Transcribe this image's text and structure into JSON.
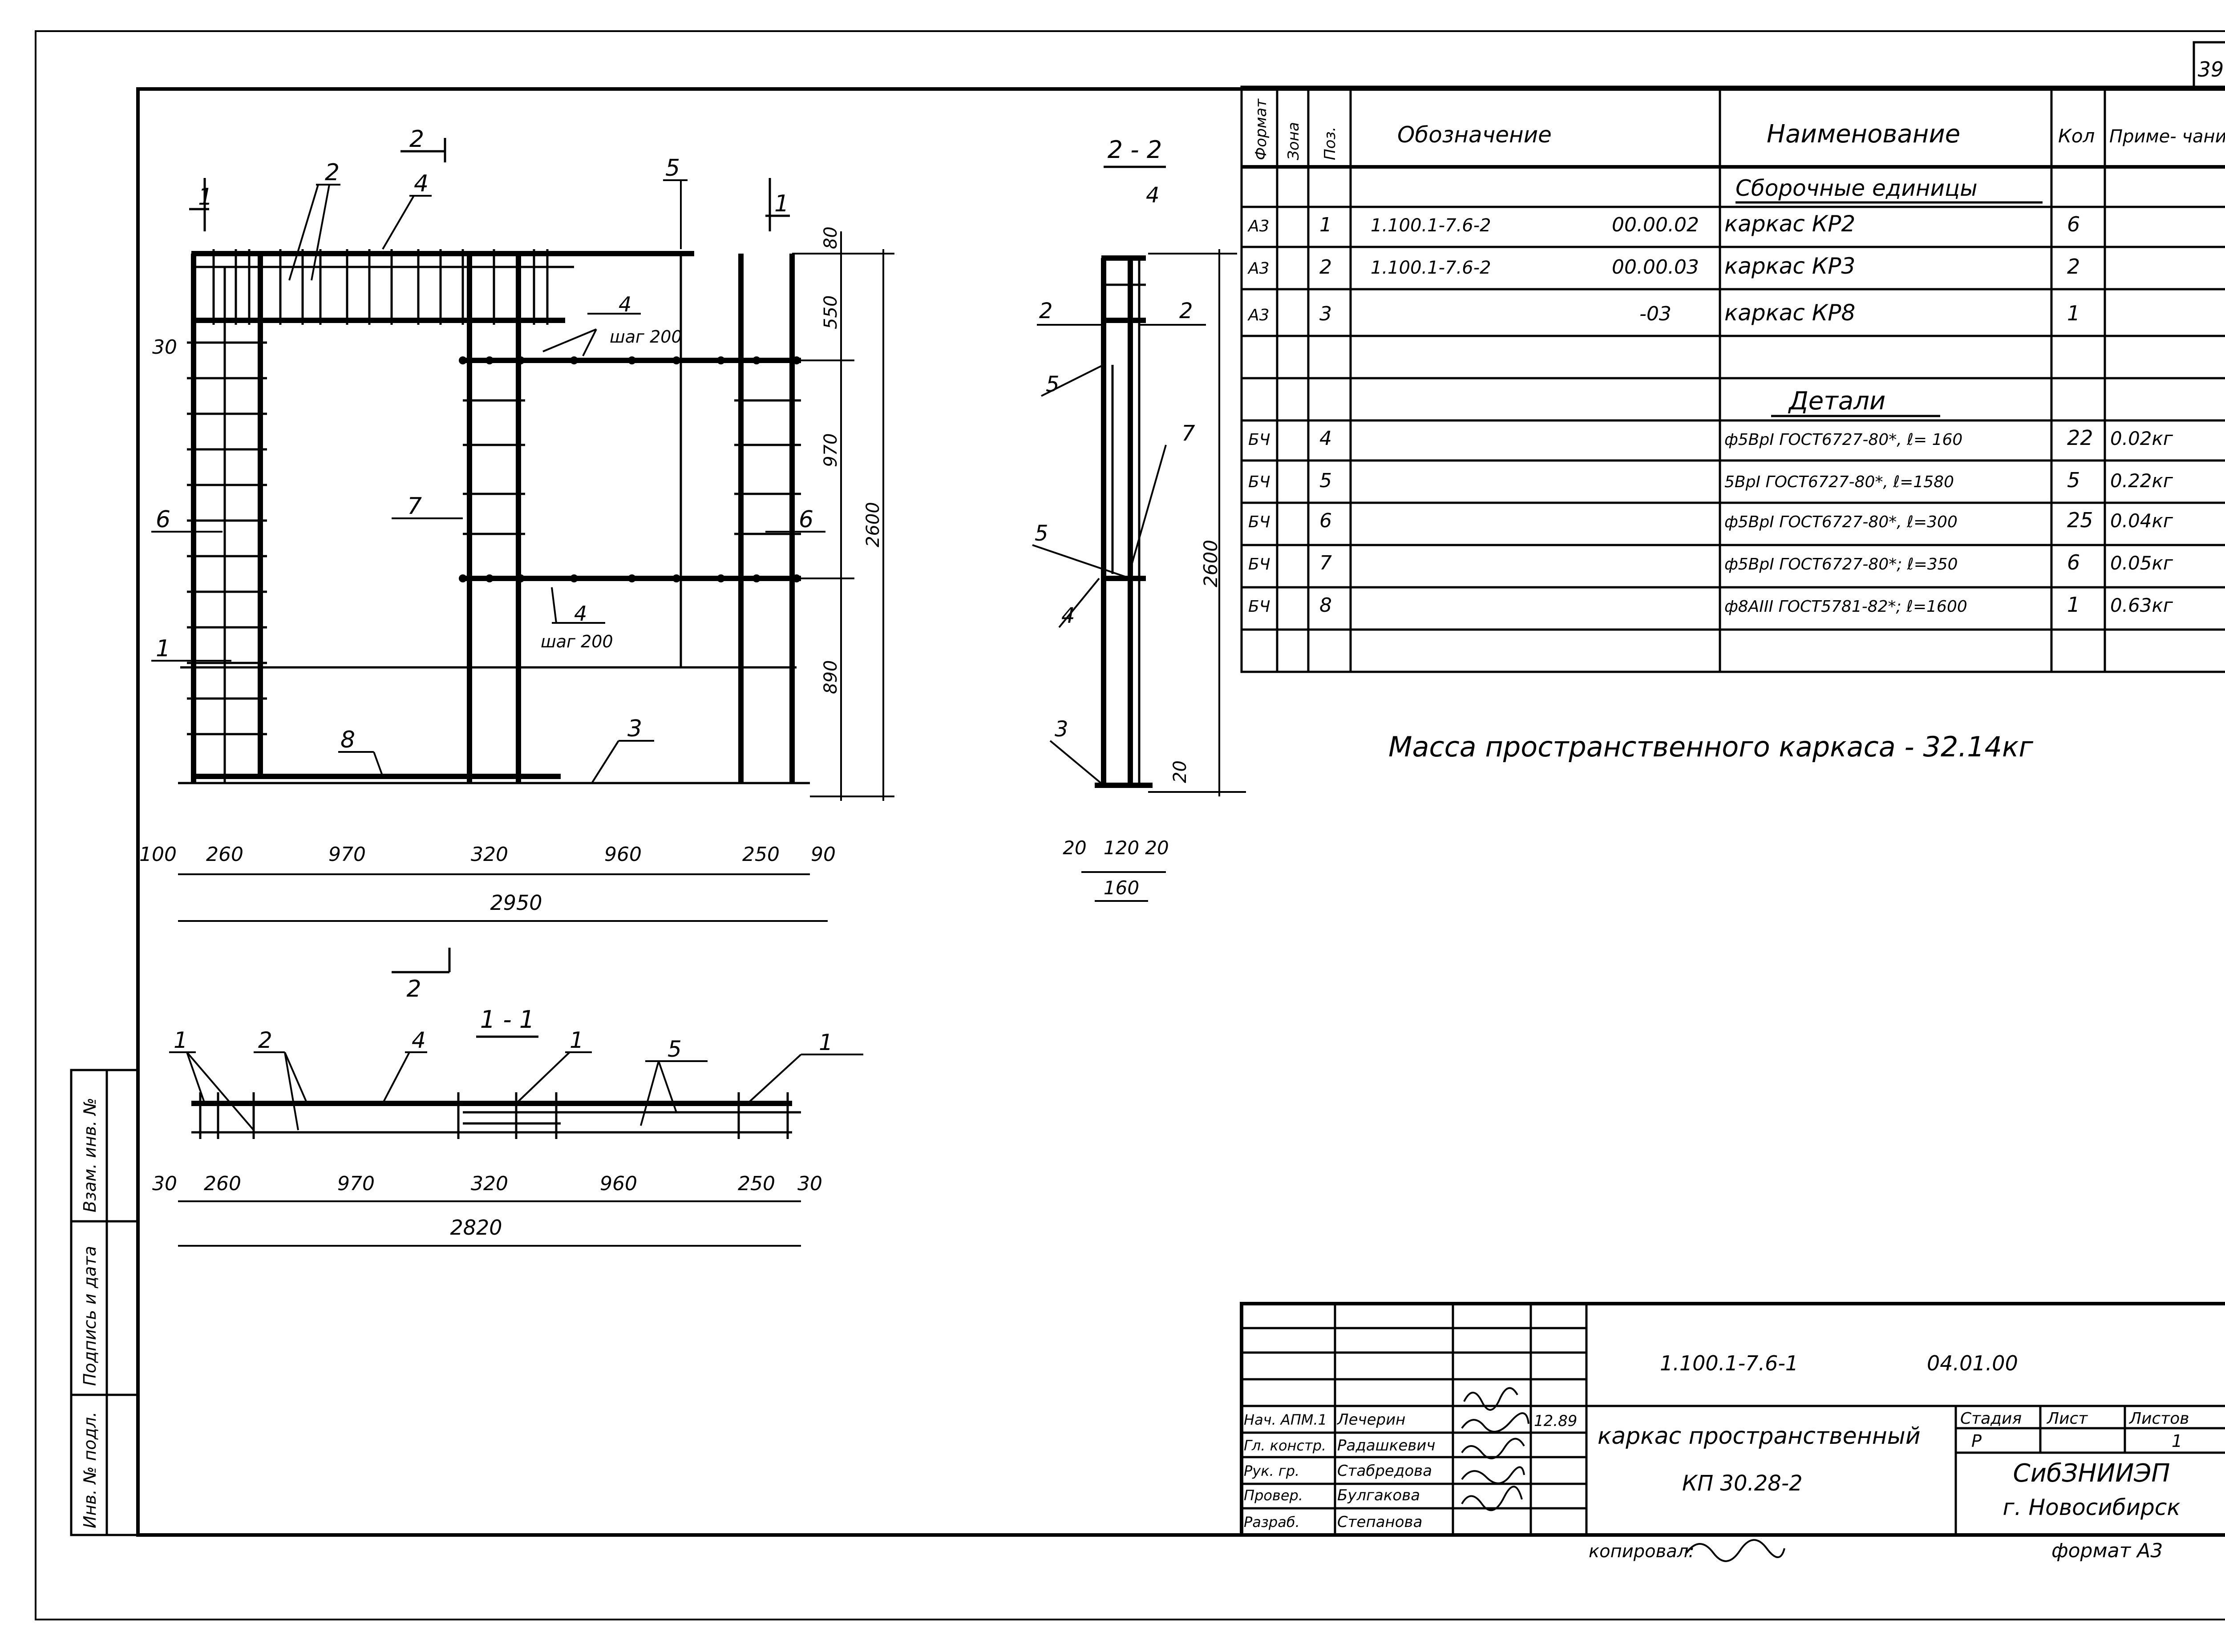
{
  "sheet": {
    "page_number": "39",
    "mass_note": "Масса пространственного каркаса - 32.14кг",
    "copied_by": "копировал:",
    "format": "формат А3"
  },
  "spec": {
    "headers": [
      "Формат",
      "Зона",
      "Поз.",
      "Обозначение",
      "Наименование",
      "Кол",
      "Приме- чание"
    ],
    "section_assemblies": "Сборочные единицы",
    "section_details": "Детали",
    "rows": [
      {
        "format": "А3",
        "pos": "1",
        "designation": "1.100.1-7.6-2",
        "code": "00.00.02",
        "name": "каркас КР2",
        "qty": "6",
        "note": ""
      },
      {
        "format": "А3",
        "pos": "2",
        "designation": "1.100.1-7.6-2",
        "code": "00.00.03",
        "name": "каркас КР3",
        "qty": "2",
        "note": ""
      },
      {
        "format": "А3",
        "pos": "3",
        "designation": "",
        "code": "-03",
        "name": "каркас КР8",
        "qty": "1",
        "note": ""
      },
      {
        "format": "БЧ",
        "pos": "4",
        "designation": "",
        "code": "",
        "name": "ф5ВрI ГОСТ6727-80*, ℓ= 160",
        "qty": "22",
        "note": "0.02кг"
      },
      {
        "format": "БЧ",
        "pos": "5",
        "designation": "",
        "code": "",
        "name": "5ВрI ГОСТ6727-80*, ℓ=1580",
        "qty": "5",
        "note": "0.22кг"
      },
      {
        "format": "БЧ",
        "pos": "6",
        "designation": "",
        "code": "",
        "name": "ф5ВрI ГОСТ6727-80*, ℓ=300",
        "qty": "25",
        "note": "0.04кг"
      },
      {
        "format": "БЧ",
        "pos": "7",
        "designation": "",
        "code": "",
        "name": "ф5ВрI ГОСТ6727-80*; ℓ=350",
        "qty": "6",
        "note": "0.05кг"
      },
      {
        "format": "БЧ",
        "pos": "8",
        "designation": "",
        "code": "",
        "name": "ф8АIII ГОСТ5781-82*; ℓ=1600",
        "qty": "1",
        "note": "0.63кг"
      }
    ]
  },
  "title_block": {
    "doc_code": "1.100.1-7.6-1",
    "doc_number": "04.01.00",
    "title": "каркас пространственный",
    "mark": "КП 30.28-2",
    "stage_label": "Стадия",
    "sheet_label": "Лист",
    "sheets_label": "Листов",
    "stage": "Р",
    "sheets": "1",
    "org": "СибЗНИИЭП",
    "city": "г. Новосибирск",
    "date": "12.89",
    "roles": [
      {
        "role": "Нач. АПМ.1",
        "name": "Лечерин"
      },
      {
        "role": "Гл. констр.",
        "name": "Радашкевич"
      },
      {
        "role": "Рук. гр.",
        "name": "Стабредова"
      },
      {
        "role": "Провер.",
        "name": "Булгакова"
      },
      {
        "role": "Разраб.",
        "name": "Степанова"
      }
    ]
  },
  "side_stamp": [
    "Взам. инв. №",
    "Подпись и дата",
    "Инв. № подл."
  ],
  "views": {
    "front": {
      "dims_bottom": [
        "100",
        "260",
        "970",
        "320",
        "960",
        "250",
        "90"
      ],
      "total": "2950",
      "dims_right": [
        "80",
        "550",
        "970",
        "2600",
        "890"
      ],
      "left_cover": "30",
      "callouts": [
        "1",
        "2",
        "2",
        "4",
        "5",
        "1",
        "4",
        "шаг 200",
        "7",
        "6",
        "6",
        "4",
        "шаг 200",
        "1",
        "8",
        "3"
      ]
    },
    "side": {
      "label": "2 - 2",
      "height": "2600",
      "bottom_cover": "20",
      "dims_bottom": [
        "20",
        "120",
        "20"
      ],
      "total": "160",
      "callouts": [
        "4",
        "2",
        "2",
        "5",
        "7",
        "5",
        "4",
        "3"
      ]
    },
    "plan": {
      "label": "1 - 1",
      "section_mark": "2",
      "dims_bottom": [
        "30",
        "260",
        "970",
        "320",
        "960",
        "250",
        "30"
      ],
      "total": "2820",
      "callouts": [
        "1",
        "2",
        "4",
        "1",
        "5",
        "1"
      ]
    }
  }
}
